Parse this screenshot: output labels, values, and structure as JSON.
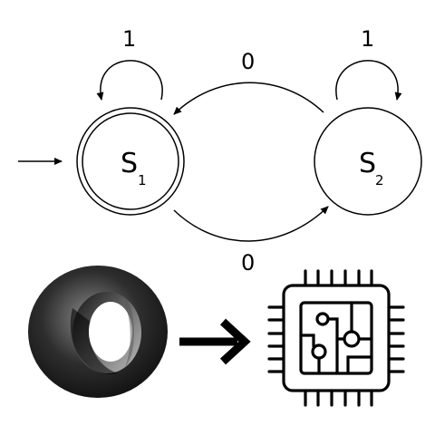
{
  "automaton": {
    "states": [
      {
        "id": "s1",
        "label": "S",
        "subscript": "1",
        "accepting": true,
        "initial": true
      },
      {
        "id": "s2",
        "label": "S",
        "subscript": "2",
        "accepting": false,
        "initial": false
      }
    ],
    "transitions": [
      {
        "from": "s1",
        "to": "s1",
        "label": "1"
      },
      {
        "from": "s2",
        "to": "s2",
        "label": "1"
      },
      {
        "from": "s2",
        "to": "s1",
        "label": "0"
      },
      {
        "from": "s1",
        "to": "s2",
        "label": "0"
      }
    ]
  },
  "bottom_row": {
    "left_icon": "json-logo-icon",
    "arrow_icon": "right-arrow-icon",
    "right_icon": "microchip-icon"
  },
  "colors": {
    "stroke": "#000000",
    "background": "#ffffff"
  }
}
